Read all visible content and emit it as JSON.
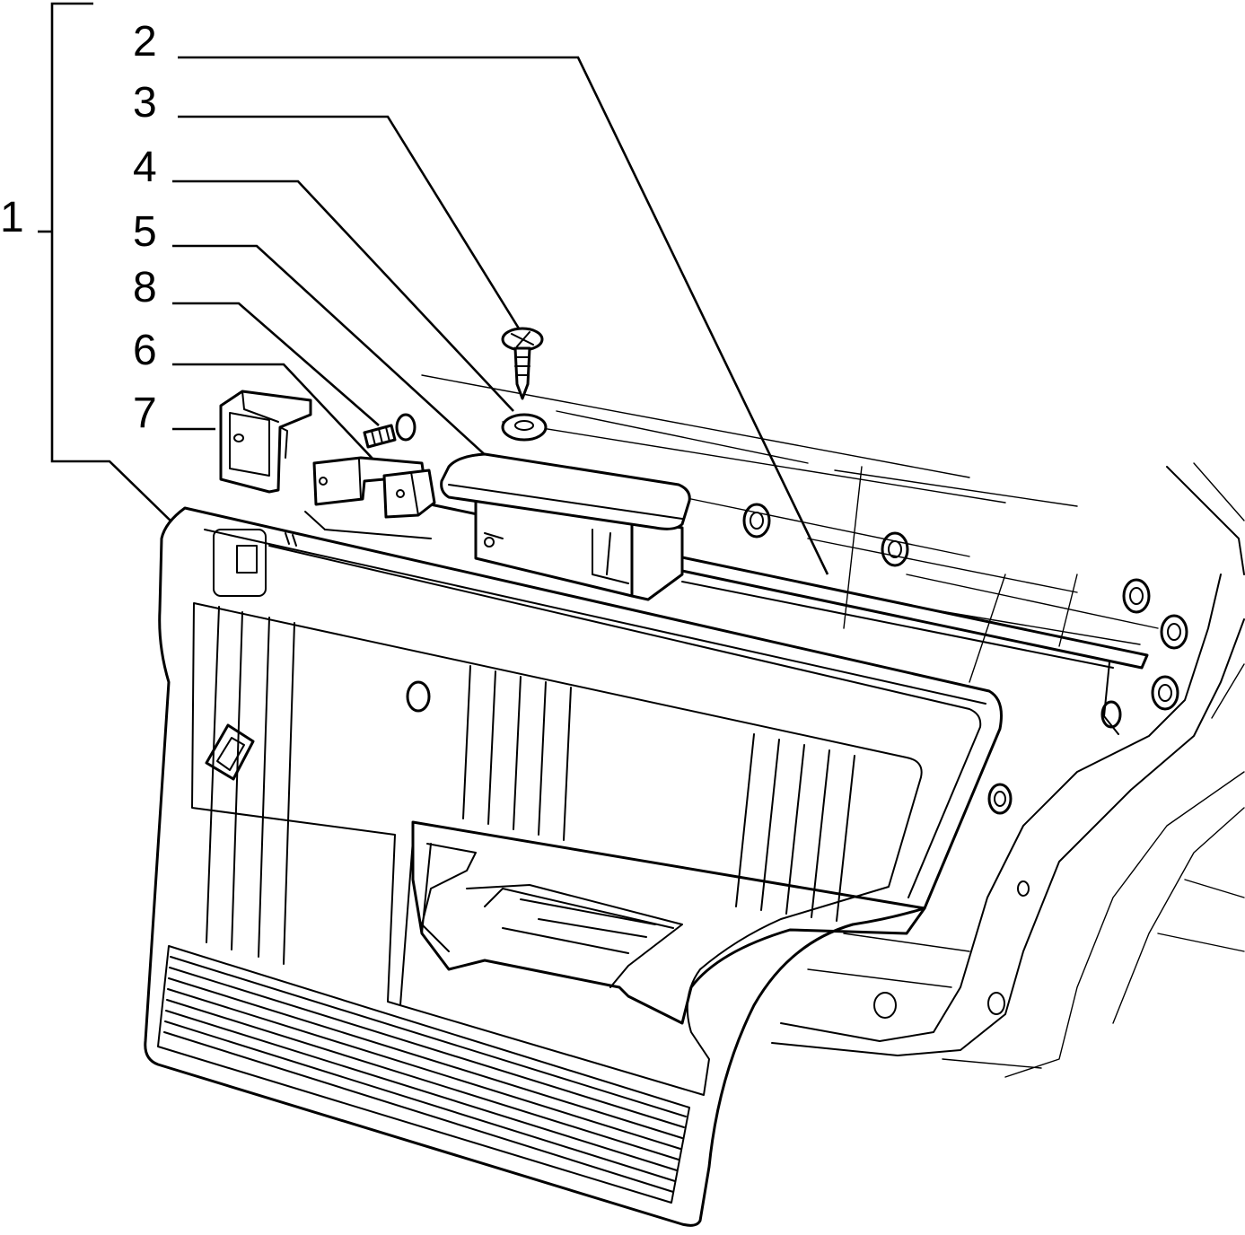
{
  "callouts": [
    {
      "id": "1",
      "label": "1"
    },
    {
      "id": "2",
      "label": "2"
    },
    {
      "id": "3",
      "label": "3"
    },
    {
      "id": "4",
      "label": "4"
    },
    {
      "id": "5",
      "label": "5"
    },
    {
      "id": "8",
      "label": "8"
    },
    {
      "id": "6",
      "label": "6"
    },
    {
      "id": "7",
      "label": "7"
    }
  ]
}
